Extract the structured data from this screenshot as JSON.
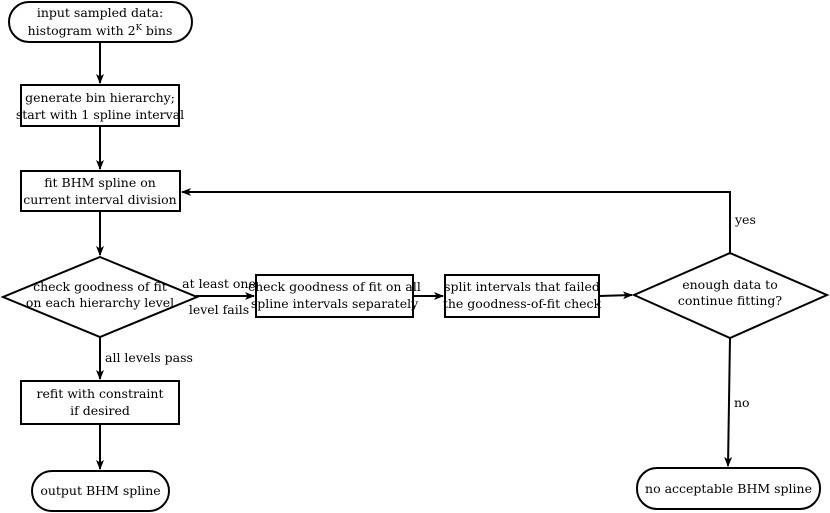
{
  "nodes": {
    "input": {
      "line1": "input sampled data:",
      "line2_pre": "histogram with 2",
      "line2_sup": "K",
      "line2_post": " bins"
    },
    "hierarchy": {
      "line1": "generate bin hierarchy;",
      "line2": "start with 1 spline interval"
    },
    "fit": {
      "line1": "fit BHM spline on",
      "line2": "current interval division"
    },
    "check_levels": {
      "line1": "check goodness of fit",
      "line2": "on each hierarchy level"
    },
    "check_intervals": {
      "line1": "check goodness of fit on all",
      "line2": "spline intervals separately"
    },
    "split": {
      "line1": "split intervals that failed",
      "line2": "the goodness-of-fit check"
    },
    "enough_data": {
      "line1": "enough data to",
      "line2": "continue fitting?"
    },
    "refit": {
      "line1": "refit with constraint",
      "line2": "if desired"
    },
    "output": {
      "line1": "output BHM spline"
    },
    "no_spline": {
      "line1": "no acceptable BHM spline"
    }
  },
  "edges": {
    "fail_label_1": "at least one",
    "fail_label_2": "level fails",
    "pass_label": "all levels pass",
    "yes_label": "yes",
    "no_label": "no"
  }
}
